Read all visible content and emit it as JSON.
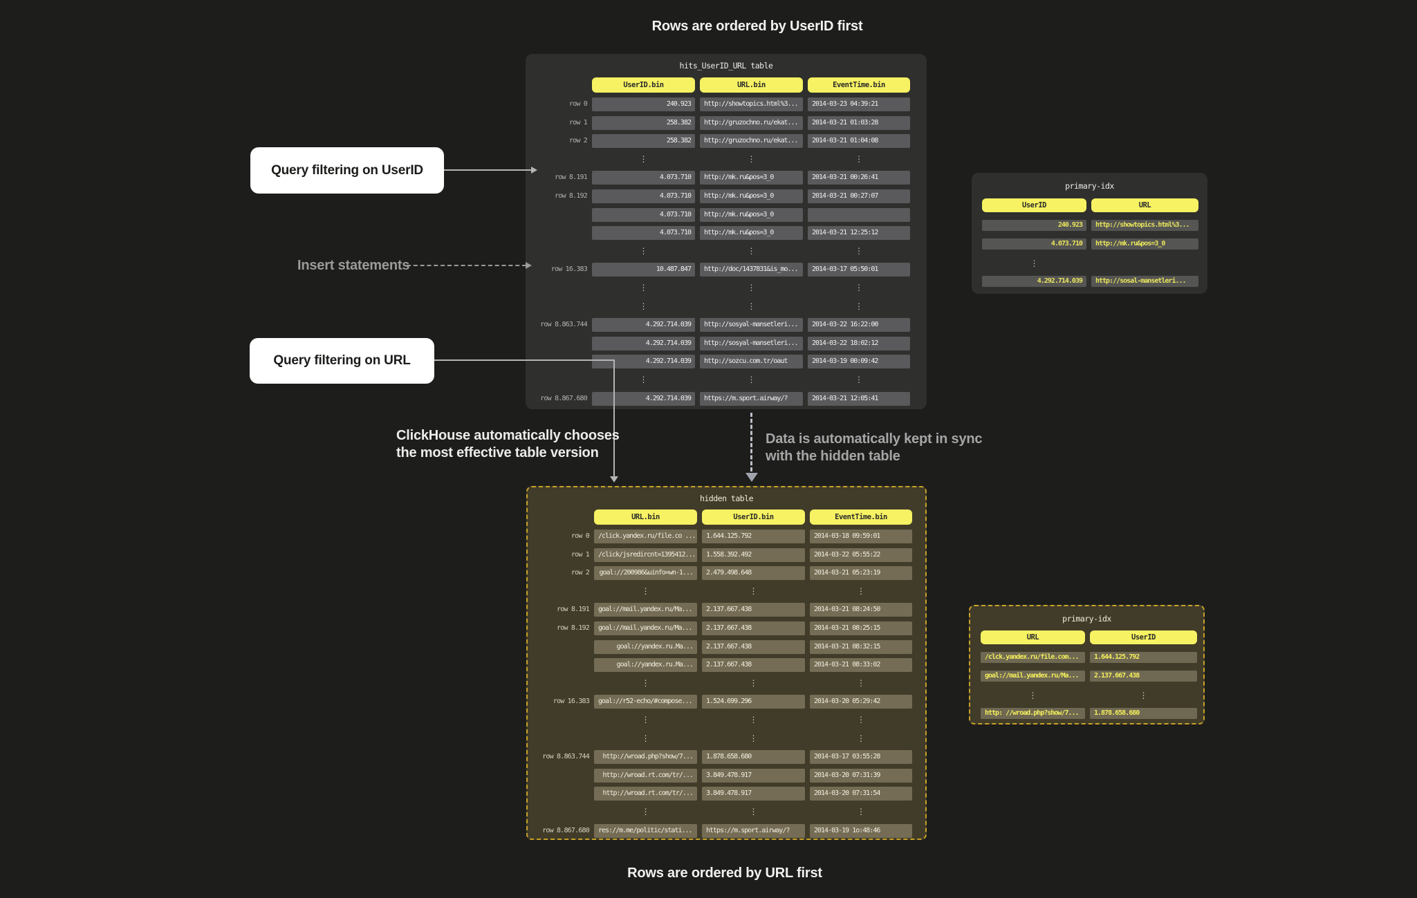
{
  "titles": {
    "top": "Rows are ordered by UserID first",
    "bottom": "Rows are ordered by URL first"
  },
  "annotations": {
    "query_userid": "Query filtering on UserID",
    "insert_statements": "Insert statements",
    "query_url": "Query filtering on URL",
    "auto_choose_line1": "ClickHouse automatically chooses",
    "auto_choose_line2": "the most effective table version",
    "sync_line1": "Data is automatically kept in sync",
    "sync_line2": "with the hidden table"
  },
  "colors": {
    "page_bg": "#1d1d1b",
    "accent_yellow": "#f6f263",
    "dark_panel": "#2f2f2d",
    "gray_cell": "#5a595b",
    "olive_panel": "#413c29",
    "olive_cell": "#746c55",
    "dashed_border": "#c9a227",
    "idx_value_yellow": "#e9e55c"
  },
  "tables": {
    "main": {
      "title": "hits_UserID_URL table",
      "has_labels": true,
      "columns": [
        "UserID.bin",
        "URL.bin",
        "EventTime.bin"
      ],
      "col_align": [
        "right",
        "left",
        "left"
      ],
      "rows": [
        {
          "label": "row 0",
          "cells": [
            "240.923",
            "http://showtopics.html%3...",
            "2014-03-23 04:39:21"
          ]
        },
        {
          "label": "row 1",
          "cells": [
            "258.382",
            "http://gruzochno.ru/ekat...",
            "2014-03-21 01:03:28"
          ]
        },
        {
          "label": "row 2",
          "cells": [
            "258.382",
            "http://gruzochno.ru/ekat...",
            "2014-03-21 01:04:08"
          ]
        },
        {
          "dots": true
        },
        {
          "label": "row 8.191",
          "cells": [
            "4.073.710",
            "http://mk.ru&pos=3_0",
            "2014-03-21 00:26:41"
          ]
        },
        {
          "label": "row 8.192",
          "cells": [
            "4.073.710",
            "http://mk.ru&pos=3_0",
            "2014-03-21 00:27:07"
          ]
        },
        {
          "label": "",
          "cells": [
            "4.073.710",
            "http://mk.ru&pos=3_0",
            ""
          ]
        },
        {
          "label": "",
          "cells": [
            "4.073.710",
            "http://mk.ru&pos=3_0",
            "2014-03-21 12:25:12"
          ]
        },
        {
          "dots": true
        },
        {
          "label": "row 16.383",
          "cells": [
            "10.487.847",
            "http://doc/1437831&is_mo...",
            "2014-03-17 05:50:01"
          ]
        },
        {
          "dots": true
        },
        {
          "dots": true
        },
        {
          "label": "row 8.863.744",
          "cells": [
            "4.292.714.039",
            "http://sosyal-mansetleri...",
            "2014-03-22 16:22:00"
          ]
        },
        {
          "label": "",
          "cells": [
            "4.292.714.039",
            "http://sosyal-mansetleri...",
            "2014-03-22 18:02:12"
          ]
        },
        {
          "label": "",
          "cells": [
            "4.292.714.039",
            "http://sozcu.com.tr/oaut",
            "2014-03-19 00:09:42"
          ]
        },
        {
          "dots": true
        },
        {
          "label": "row 8.867.680",
          "cells": [
            "4.292.714.039",
            "https://m.sport.airway/?",
            "2014-03-21 12:05:41"
          ]
        }
      ]
    },
    "hidden": {
      "title": "hidden table",
      "has_labels": true,
      "columns": [
        "URL.bin",
        "UserID.bin",
        "EventTime.bin"
      ],
      "col_align": [
        "left",
        "left",
        "left"
      ],
      "rows": [
        {
          "label": "row 0",
          "cells": [
            "/click.yandex.ru/file.co ...",
            "1.644.125.792",
            "2014-03-18 09:59:01"
          ]
        },
        {
          "label": "row 1",
          "cells": [
            "/click/jsredircnt=1395412...",
            "1.558.392.492",
            "2014-03-22 05:55:22"
          ]
        },
        {
          "label": "row 2",
          "cells": [
            "goal://200986&uinfo=wn-1...",
            "2.479.498.648",
            "2014-03-21 05:23:19"
          ],
          "cell_align": [
            "right",
            null,
            null
          ]
        },
        {
          "dots": true
        },
        {
          "label": "row 8.191",
          "cells": [
            "goal://mail.yandex.ru/Ma...",
            "2.137.667.438",
            "2014-03-21 08:24:50"
          ]
        },
        {
          "label": "row 8.192",
          "cells": [
            "goal://mail.yandex.ru/Ma...",
            "2.137.667.438",
            "2014-03-21 08:25:15"
          ]
        },
        {
          "label": "",
          "cells": [
            "goal://yandex.ru.Ma...",
            "2.137.667.438",
            "2014-03-21 08:32:15"
          ],
          "cell_align": [
            "right",
            null,
            null
          ]
        },
        {
          "label": "",
          "cells": [
            "goal://yandex.ru.Ma...",
            "2.137.667.438",
            "2014-03-21 08:33:02"
          ],
          "cell_align": [
            "right",
            null,
            null
          ]
        },
        {
          "dots": true
        },
        {
          "label": "row 16.383",
          "cells": [
            "goal://r52-echo/#compose...",
            "1.524.699.296",
            "2014-03-20 05:29:42"
          ]
        },
        {
          "dots": true
        },
        {
          "dots": true
        },
        {
          "label": "row 8.863.744",
          "cells": [
            "http://wroad.php?show/7...",
            "1.878.658.680",
            "2014-03-17 03:55:28"
          ],
          "cell_align": [
            "right",
            null,
            null
          ]
        },
        {
          "label": "",
          "cells": [
            "http://wroad.rt.com/tr/...",
            "3.849.478.917",
            "2014-03-20 07:31:39"
          ],
          "cell_align": [
            "right",
            null,
            null
          ]
        },
        {
          "label": "",
          "cells": [
            "http://wroad.rt.com/tr/...",
            "3.849.478.917",
            "2014-03-20 07:31:54"
          ],
          "cell_align": [
            "right",
            null,
            null
          ]
        },
        {
          "dots": true
        },
        {
          "label": "row 8.867.680",
          "cells": [
            "res://m.me/politic/stati...",
            "https://m.sport.airway/?",
            "2014-03-19 1o:48:46"
          ]
        }
      ]
    },
    "primary_top": {
      "title": "primary-idx",
      "has_labels": false,
      "columns": [
        "UserID",
        "URL"
      ],
      "col_align": [
        "right",
        "left"
      ],
      "rows": [
        {
          "cells": [
            "240.923",
            "http://showtopics.html%3..."
          ]
        },
        {
          "cells": [
            "4.073.710",
            "http://mk.ru&pos=3_0"
          ]
        },
        {
          "dots": true,
          "dots_cols": [
            0
          ]
        },
        {
          "cells": [
            "4.292.714.039",
            "http://sosal-mansetleri..."
          ]
        }
      ]
    },
    "primary_bottom": {
      "title": "primary-idx",
      "has_labels": false,
      "columns": [
        "URL",
        "UserID"
      ],
      "col_align": [
        "left",
        "left"
      ],
      "rows": [
        {
          "cells": [
            "/clck.yandex.ru/file.com...",
            "1.644.125.792"
          ]
        },
        {
          "cells": [
            "goal://mail.yandex.ru/Ma...",
            "2.137.667.438"
          ]
        },
        {
          "dots": true
        },
        {
          "cells": [
            "http: //wroad.php?show/7...",
            "1.878.658.680"
          ]
        }
      ]
    }
  }
}
